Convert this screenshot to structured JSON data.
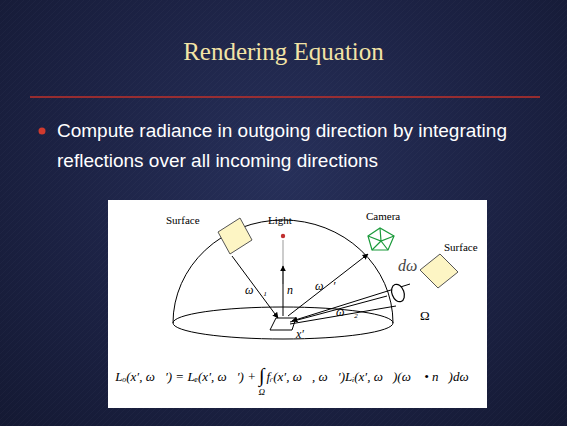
{
  "diagram": {
    "title": "Rendering Equation",
    "labels": [
      "Compute radiance in outgoing direction by integrating reflections over all incoming directions",
      "Surface",
      "Light",
      "Camera",
      "Surface",
      "dω⃗",
      "ω⃗₁",
      "n⃗",
      "ω⃗′",
      "ω⃗₂",
      "Ω",
      "x′",
      "Lₒ(x′, ω⃗′) = Lₑ(x′, ω⃗′) +",
      "∫",
      "Ω",
      "fᵣ(x′, ω⃗, ω⃗′)Lᵢ(x′, ω⃗)(ω⃗ • n⃗)dω⃗"
    ]
  }
}
